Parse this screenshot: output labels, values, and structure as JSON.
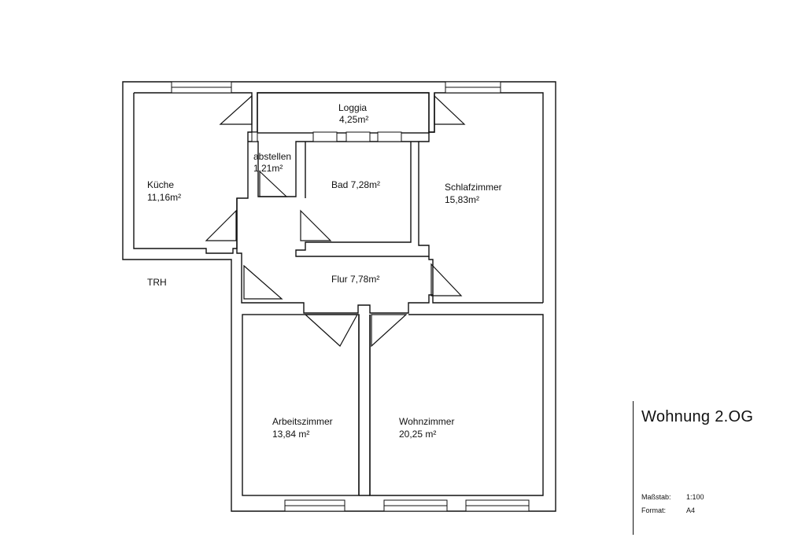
{
  "rooms": {
    "loggia": {
      "name": "Loggia",
      "area": "4,25m²"
    },
    "abstellen": {
      "name": "abstellen",
      "area": "1,21m²"
    },
    "kueche": {
      "name": "Küche",
      "area": "11,16m²"
    },
    "bad": {
      "label": "Bad 7,28m²"
    },
    "schlafzimmer": {
      "name": "Schlafzimmer",
      "area": "15,83m²"
    },
    "flur": {
      "label": "Flur 7,78m²"
    },
    "arbeitszimmer": {
      "name": "Arbeitszimmer",
      "area": "13,84 m²"
    },
    "wohnzimmer": {
      "name": "Wohnzimmer",
      "area": "20,25 m²"
    }
  },
  "stair_label": "TRH",
  "title_block": {
    "title": "Wohnung 2.OG",
    "scale_label": "Maßstab:",
    "scale_value": "1:100",
    "format_label": "Format:",
    "format_value": "A4"
  }
}
